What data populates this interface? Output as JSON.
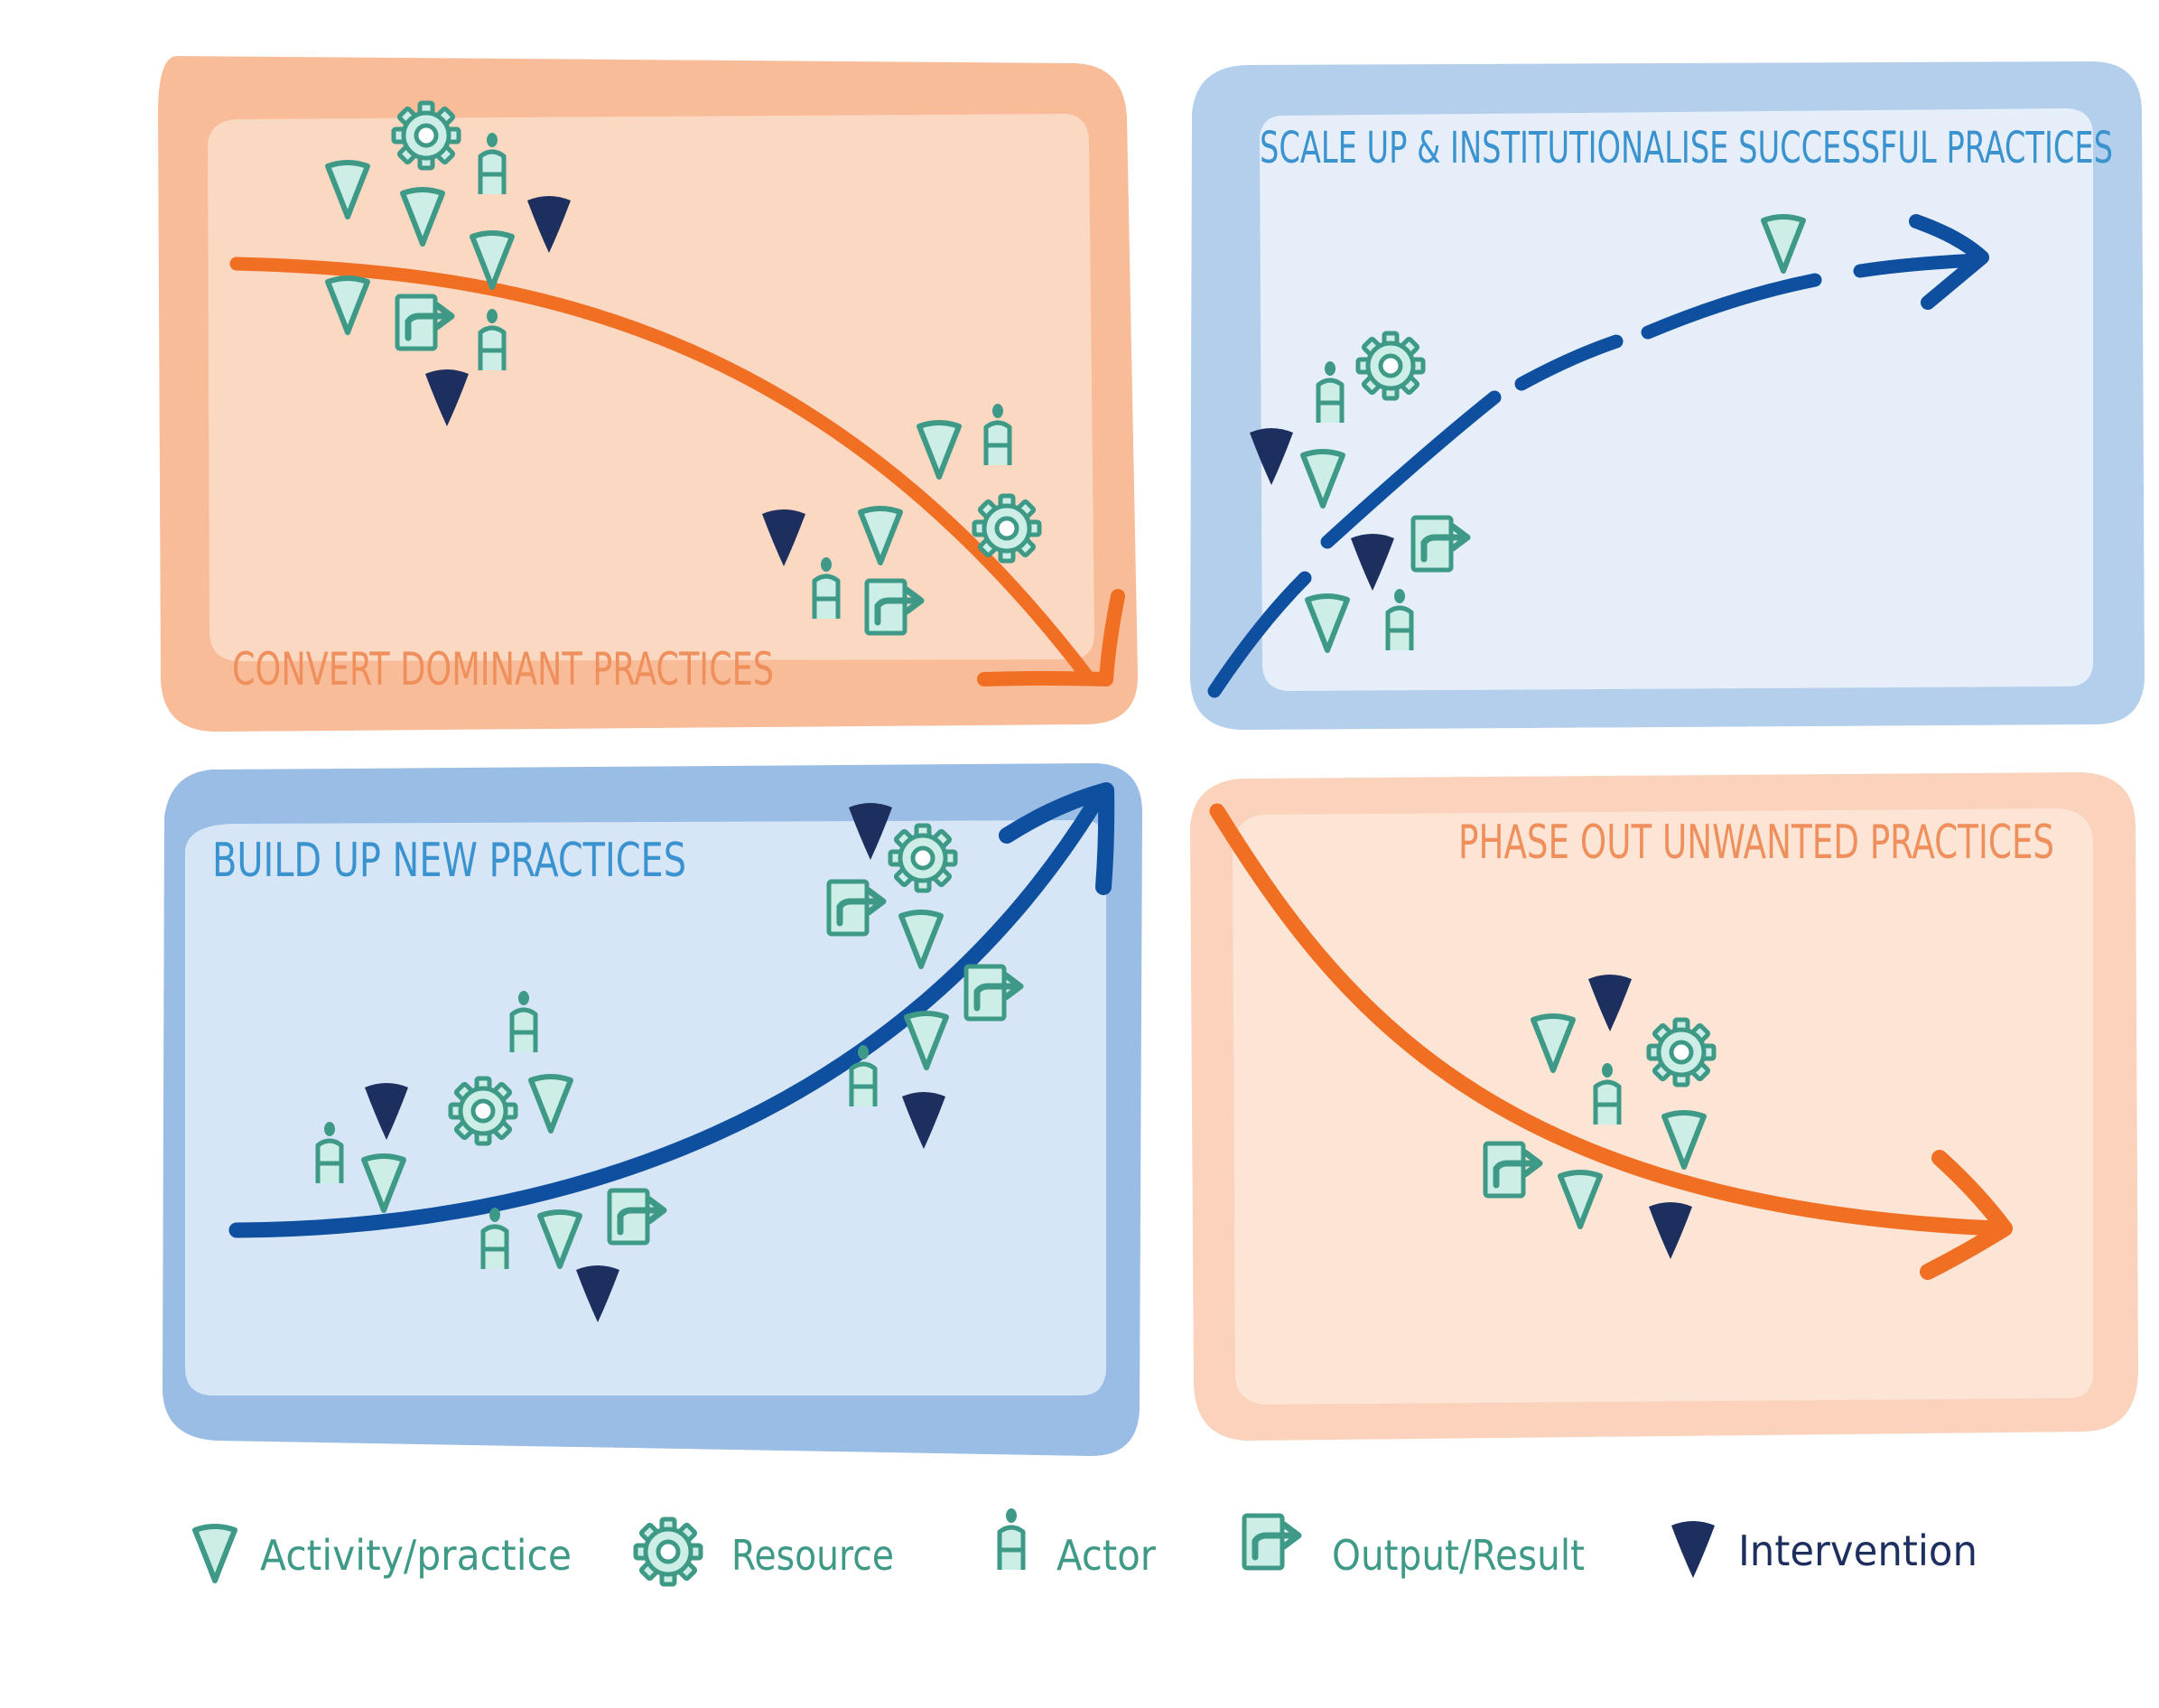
{
  "panels": {
    "convert": {
      "title": "CONVERT DOMINANT PRACTICES"
    },
    "scale": {
      "title": "SCALE UP & INSTITUTIONALISE SUCCESSFUL PRACTICES"
    },
    "build": {
      "title": "BUILD UP NEW PRACTICES"
    },
    "phase": {
      "title": "PHASE OUT UNWANTED PRACTICES"
    }
  },
  "legend": {
    "activity": "Activity/practice",
    "resource": "Resource",
    "actor": "Actor",
    "output": "Output/Result",
    "intervention": "Intervention"
  },
  "colors": {
    "orange_outer": "#f9bc98",
    "orange_inner": "#fbd8c2",
    "orange_inner_light": "#fde5d6",
    "orange_arrow": "#f06f23",
    "orange_text": "#ef8f5c",
    "blue_outer": "#b4cfec",
    "blue_inner": "#e6eff9",
    "blue_outer_2": "#99bde4",
    "blue_inner_2": "#d6e6f6",
    "blue_arrow": "#0e4fa0",
    "blue_text": "#3a93cf",
    "teal": "#3e9a87",
    "teal_fill": "#cdeee6",
    "navy": "#1d2f5e"
  },
  "icons": {
    "activity": "teal-triangle-icon",
    "resource": "gear-icon",
    "actor": "person-icon",
    "output": "document-arrow-icon",
    "intervention": "navy-teardrop-icon"
  }
}
